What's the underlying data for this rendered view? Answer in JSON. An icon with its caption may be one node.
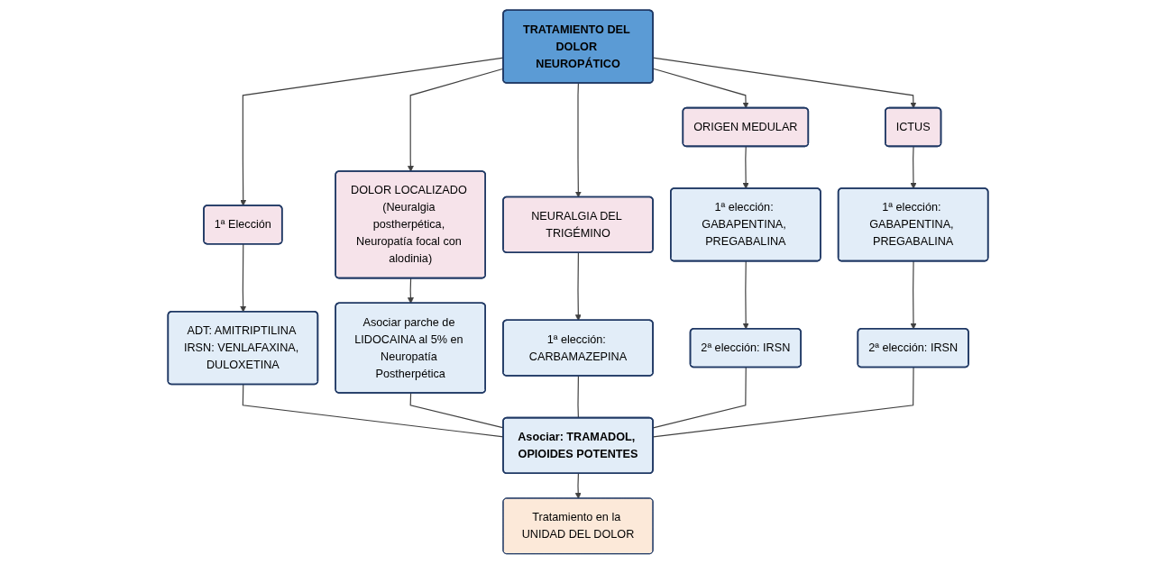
{
  "diagram": {
    "nodes": [
      {
        "text": [
          "TRATAMIENTO DEL DOLOR NEUROPÁTICO"
        ]
      },
      {
        "text": [
          "1ª Elección"
        ]
      },
      {
        "text": [
          "DOLOR LOCALIZADO (Neuralgia postherpética, Neuropatía focal con alodinia)"
        ]
      },
      {
        "text": [
          "NEURALGIA DEL TRIGÉMINO"
        ]
      },
      {
        "text": [
          "ORIGEN MEDULAR"
        ]
      },
      {
        "text": [
          "ICTUS"
        ]
      },
      {
        "text": [
          "ADT: AMITRIPTILINA IRSN: VENLAFAXINA, DULOXETINA"
        ]
      },
      {
        "text": [
          "Asociar parche de LIDOCAINA al 5% en Neuropatía Postherpética"
        ]
      },
      {
        "text": [
          "1ª elección: CARBAMAZEPINA"
        ]
      },
      {
        "text": [
          "1ª elección: GABAPENTINA, PREGABALINA"
        ]
      },
      {
        "text": [
          "1ª elección: GABAPENTINA, PREGABALINA"
        ]
      },
      {
        "text": [
          "2ª elección: IRSN"
        ]
      },
      {
        "text": [
          "2ª elección: IRSN"
        ]
      },
      {
        "text": [
          "Asociar: TRAMADOL, OPIOIDES POTENTES"
        ]
      },
      {
        "text": [
          "Tratamiento en la UNIDAD DEL DOLOR"
        ]
      }
    ],
    "edges": [
      {
        "from": 0,
        "to": 1,
        "arrow": "to"
      },
      {
        "from": 0,
        "to": 2,
        "arrow": "to"
      },
      {
        "from": 0,
        "to": 3,
        "arrow": "to"
      },
      {
        "from": 0,
        "to": 4,
        "arrow": "to"
      },
      {
        "from": 0,
        "to": 5,
        "arrow": "to"
      },
      {
        "from": 1,
        "to": 6,
        "arrow": "to"
      },
      {
        "from": 2,
        "to": 7,
        "arrow": "to"
      },
      {
        "from": 3,
        "to": 8,
        "arrow": "to"
      },
      {
        "from": 4,
        "to": 9,
        "arrow": "to"
      },
      {
        "from": 5,
        "to": 10,
        "arrow": "to"
      },
      {
        "from": 9,
        "to": 11,
        "arrow": "to"
      },
      {
        "from": 10,
        "to": 12,
        "arrow": "to"
      },
      {
        "from": 6,
        "to": 13,
        "arrow": "none"
      },
      {
        "from": 7,
        "to": 13,
        "arrow": "none"
      },
      {
        "from": 8,
        "to": 13,
        "arrow": "none"
      },
      {
        "from": 11,
        "to": 13,
        "arrow": "none"
      },
      {
        "from": 12,
        "to": 13,
        "arrow": "none"
      },
      {
        "from": 13,
        "to": 14,
        "arrow": "to"
      }
    ]
  }
}
